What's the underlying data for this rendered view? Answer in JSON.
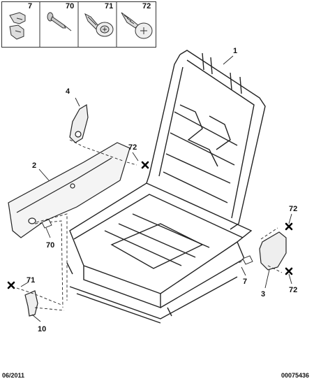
{
  "legend": {
    "items": [
      {
        "number": "7",
        "icon": "clip-icon"
      },
      {
        "number": "70",
        "icon": "rivet-icon"
      },
      {
        "number": "71",
        "icon": "screw-icon"
      },
      {
        "number": "72",
        "icon": "self-tapping-screw-icon"
      }
    ]
  },
  "callouts": {
    "c1": "1",
    "c2": "2",
    "c3": "3",
    "c4": "4",
    "c7a": "7",
    "c10": "10",
    "c70": "70",
    "c71": "71",
    "c72a": "72",
    "c72b": "72",
    "c72c": "72"
  },
  "footer": {
    "date": "06/2011",
    "reference": "00075436"
  }
}
